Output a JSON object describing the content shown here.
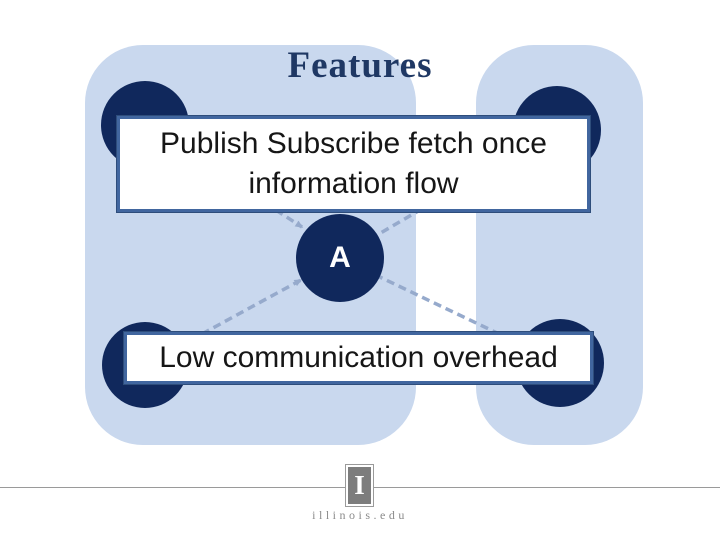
{
  "slide": {
    "title": "Features"
  },
  "diagram": {
    "center_node_label": "A",
    "callout_publish": "Publish Subscribe fetch once information flow",
    "callout_overhead": "Low communication overhead",
    "groups": [
      "left-rounded-container",
      "right-rounded-container"
    ],
    "arrows": [
      "top-left-node-to-center",
      "top-right-node-to-center",
      "bottom-left-node-to-center",
      "center-to-bottom-right-node"
    ]
  },
  "footer": {
    "domain": "illinois.edu",
    "logo_letter": "I"
  },
  "colors": {
    "navy": "#10285C",
    "light-blue": "#C9D8EE",
    "border-blue": "#41669F",
    "title-blue": "#1F3864",
    "dash-blue": "#96AACC",
    "footer-gray": "#8A8A8A"
  }
}
